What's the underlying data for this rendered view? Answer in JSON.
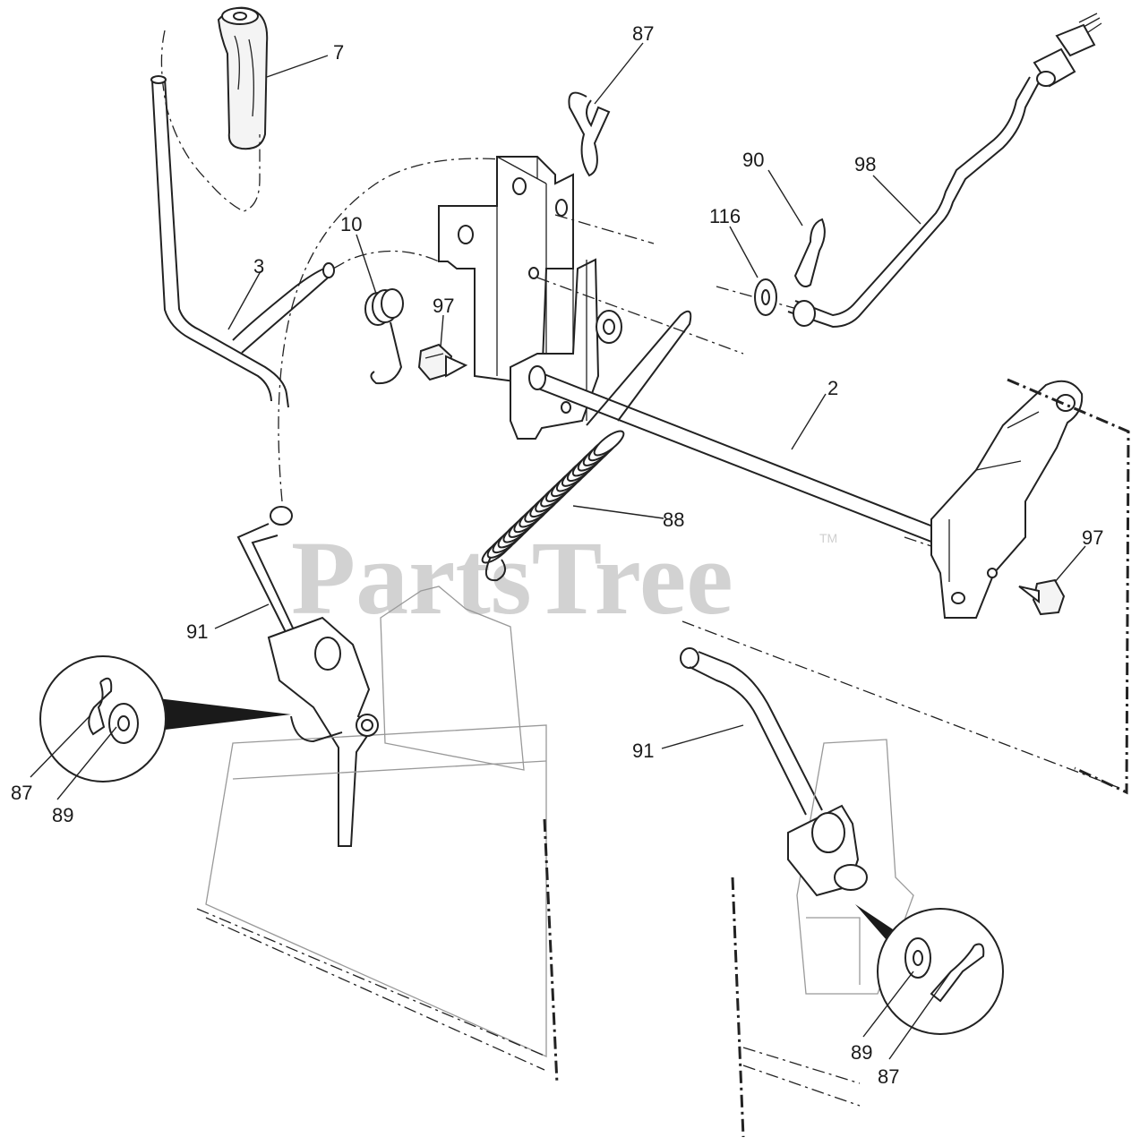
{
  "watermark": {
    "brand": "PartsTree",
    "trademark": "TM"
  },
  "callouts": [
    {
      "id": "c7",
      "number": "7"
    },
    {
      "id": "c87a",
      "number": "87"
    },
    {
      "id": "c90",
      "number": "90"
    },
    {
      "id": "c98",
      "number": "98"
    },
    {
      "id": "c116",
      "number": "116"
    },
    {
      "id": "c10",
      "number": "10"
    },
    {
      "id": "c3",
      "number": "3"
    },
    {
      "id": "c97a",
      "number": "97"
    },
    {
      "id": "c2",
      "number": "2"
    },
    {
      "id": "c88",
      "number": "88"
    },
    {
      "id": "c97b",
      "number": "97"
    },
    {
      "id": "c91a",
      "number": "91"
    },
    {
      "id": "c87b",
      "number": "87"
    },
    {
      "id": "c89a",
      "number": "89"
    },
    {
      "id": "c91b",
      "number": "91"
    },
    {
      "id": "c89b",
      "number": "89"
    },
    {
      "id": "c87c",
      "number": "87"
    }
  ]
}
